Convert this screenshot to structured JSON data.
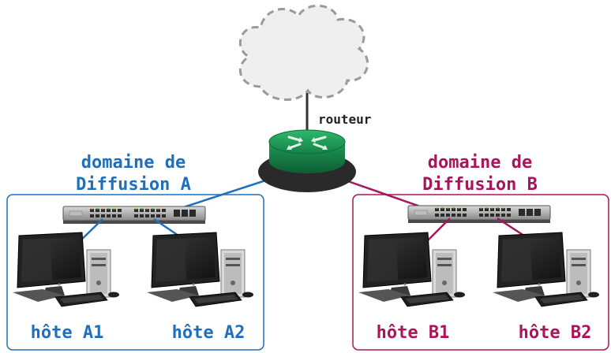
{
  "colors": {
    "domain_a": "#1f6fbf",
    "domain_b": "#a8155a",
    "router_body": "#1e9a55",
    "cloud_fill": "#efefef",
    "text_dark": "#222222"
  },
  "router": {
    "label": "routeur"
  },
  "domains": [
    {
      "id": "A",
      "title_line1": "domaine de",
      "title_line2": "Diffusion A"
    },
    {
      "id": "B",
      "title_line1": "domaine de",
      "title_line2": "Diffusion B"
    }
  ],
  "hosts": [
    {
      "label": "hôte A1",
      "domain": "A"
    },
    {
      "label": "hôte A2",
      "domain": "A"
    },
    {
      "label": "hôte B1",
      "domain": "B"
    },
    {
      "label": "hôte B2",
      "domain": "B"
    }
  ],
  "icons": [
    "cloud-icon",
    "router-icon",
    "switch-icon",
    "computer-icon"
  ]
}
